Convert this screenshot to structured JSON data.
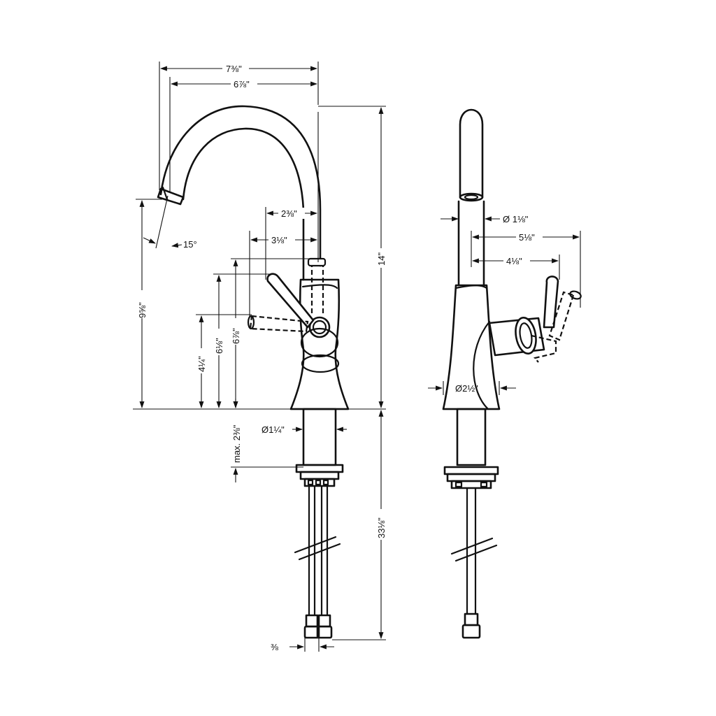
{
  "dimensions": {
    "overall_reach": "7⅜\"",
    "spout_reach": "6⅞\"",
    "handle_offset_a": "2⅜\"",
    "handle_offset_b": "3⅛\"",
    "spout_angle": "15°",
    "spout_height": "9⅝\"",
    "total_height": "14\"",
    "handle_height_a": "4¼\"",
    "handle_height_b": "6⅛\"",
    "handle_height_c": "6⅞\"",
    "base_diameter_front": "Ø1¼\"",
    "max_deck_thickness": "max. 2⅜\"",
    "hose_length": "33⅛\"",
    "connection_size": "⅜",
    "spout_diameter": "Ø 1⅛\"",
    "side_reach_a": "5⅛\"",
    "side_reach_b": "4⅛\"",
    "body_diameter": "Ø2½\""
  }
}
